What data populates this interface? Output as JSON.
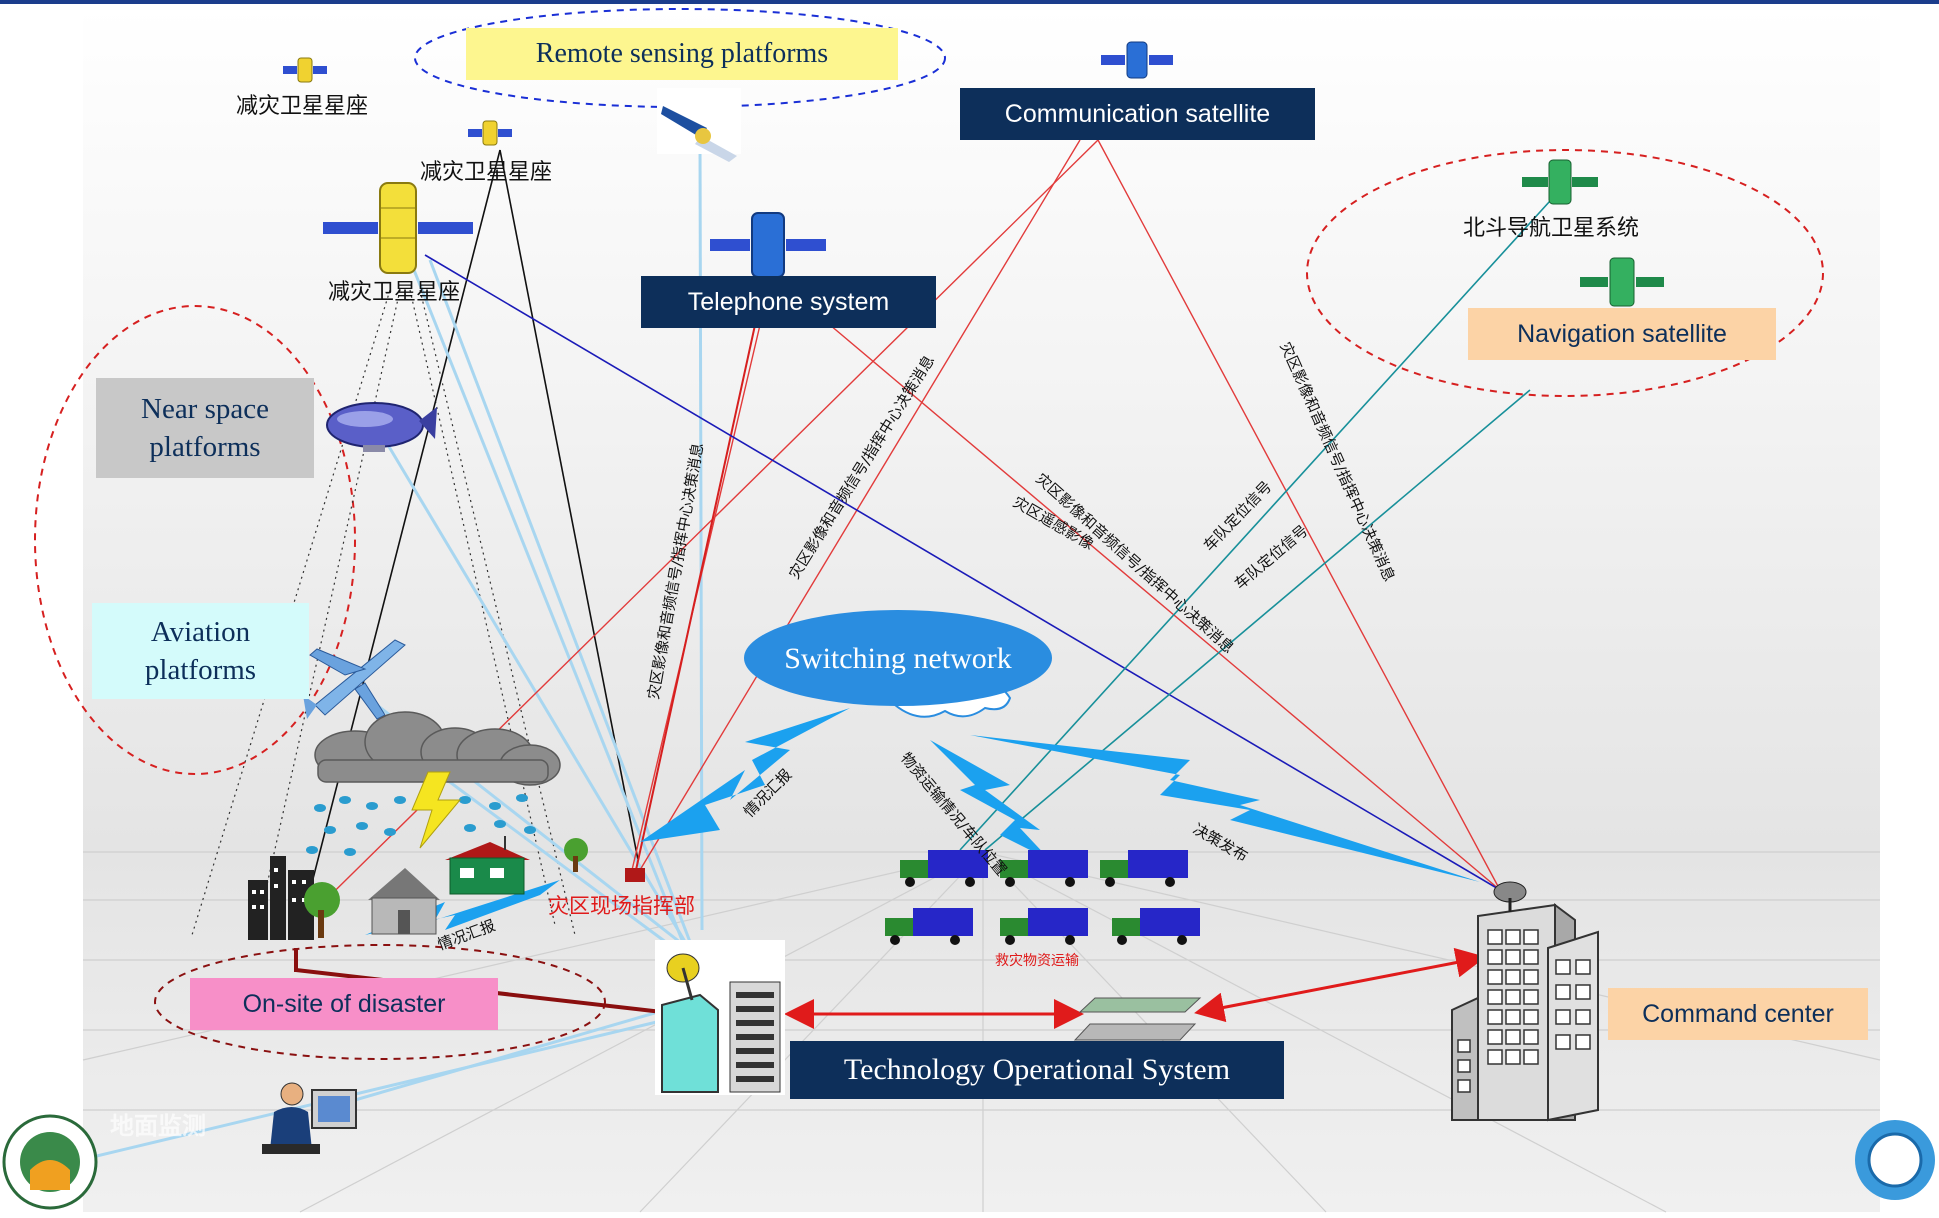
{
  "labels": {
    "remote_sensing": "Remote sensing platforms",
    "communication": "Communication satellite",
    "telephone": "Telephone system",
    "navigation": "Navigation satellite",
    "near_space": "Near space platforms",
    "aviation": "Aviation platforms",
    "switching": "Switching network",
    "onsite": "On-site of disaster",
    "tech_ops": "Technology Operational System",
    "command": "Command center"
  },
  "chinese": {
    "constellation": "减灾卫星星座",
    "beidou": "北斗导航卫星系统",
    "site_hq": "灾区现场指挥部",
    "relief_transport": "救灾物资运输",
    "report": "情况汇报",
    "decision": "决策发布",
    "vehicle_position": "车队定位信号",
    "remote_image": "灾区遥感影像",
    "av_signal_cmd": "灾区影像和音频信号/指挥中心决策消息",
    "transport_status": "物资运输情况/车队位置",
    "ground_monitor": "地面监测"
  },
  "colors": {
    "top_rule": "#1b3d8c",
    "dark_box": "#0d2f5a",
    "yellow_box": "#fdf68f",
    "grey_box": "#c8c8c8",
    "cyan_box": "#d4fbfb",
    "orange_box": "#fcd3a6",
    "pink_box": "#f78fc8",
    "cloud_blue": "#2a8de0",
    "red_line": "#e23b3b",
    "blue_line": "#1b1bb8",
    "teal_line": "#18909a",
    "light_blue": "#a8d6f0"
  },
  "icons": [
    "satellite-icon",
    "airship-icon",
    "airplane-icon",
    "storm-cloud-icon",
    "lightning-icon",
    "truck-icon",
    "building-icon",
    "computer-operator-icon",
    "logo-icon"
  ]
}
